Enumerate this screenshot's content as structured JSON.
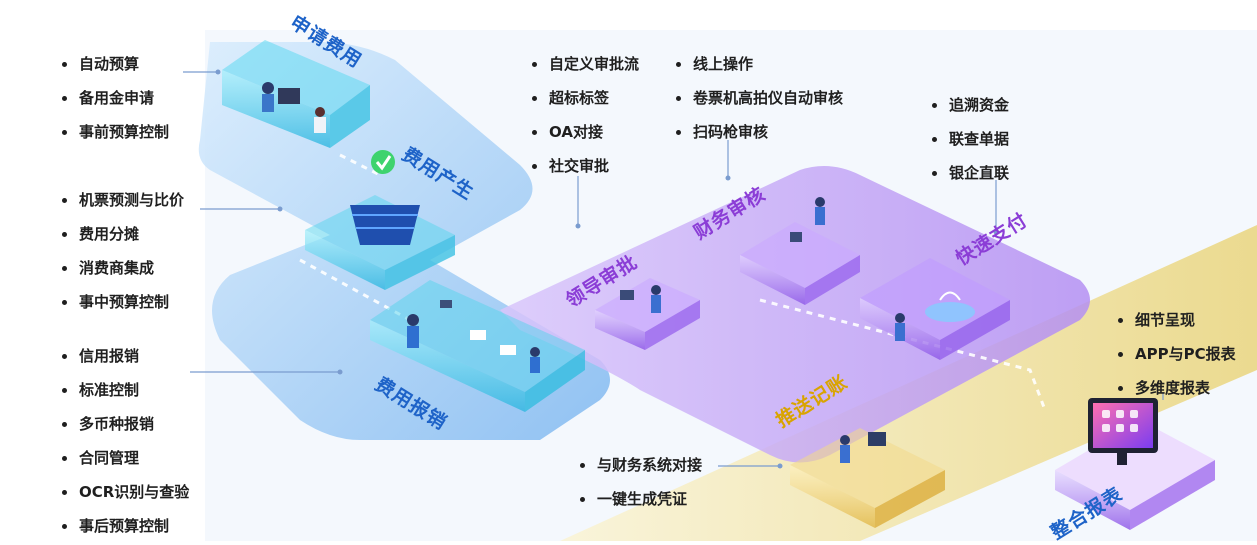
{
  "stages": {
    "apply": "申请费用",
    "generate": "费用产生",
    "reimburse": "费用报销",
    "leader_approval": "领导审批",
    "finance_audit": "财务审核",
    "fast_payment": "快速支付",
    "push_booking": "推送记账",
    "integrate_reports": "整合报表"
  },
  "features": {
    "apply": [
      "自动预算",
      "备用金申请",
      "事前预算控制"
    ],
    "generate": [
      "机票预测与比价",
      "费用分摊",
      "消费商集成",
      "事中预算控制"
    ],
    "reimburse": [
      "信用报销",
      "标准控制",
      "多币种报销",
      "合同管理",
      "OCR识别与查验",
      "事后预算控制"
    ],
    "leader_approval": [
      "自定义审批流",
      "超标标签",
      "OA对接",
      "社交审批"
    ],
    "finance_audit": [
      "线上操作",
      "卷票机高拍仪自动审核",
      "扫码枪审核"
    ],
    "fast_payment": [
      "追溯资金",
      "联查单据",
      "银企直联"
    ],
    "push_booking": [
      "与财务系统对接",
      "一键生成凭证"
    ],
    "integrate_reports": [
      "细节呈现",
      "APP与PC报表",
      "多维度报表"
    ]
  },
  "colors": {
    "blue_path": "#4f97e6",
    "purple_path": "#a97ef0",
    "yellow_path": "#e2cf6a",
    "cyan_box": "#37d7ee",
    "label_blue": "#1e63c8",
    "label_purple": "#8b3dd6",
    "label_yellow": "#d9a400"
  },
  "icons": [
    "office-desk-icon",
    "shopping-basket-icon",
    "checkmark-icon",
    "workstation-icon",
    "payment-hologram-icon",
    "monitor-report-icon"
  ]
}
